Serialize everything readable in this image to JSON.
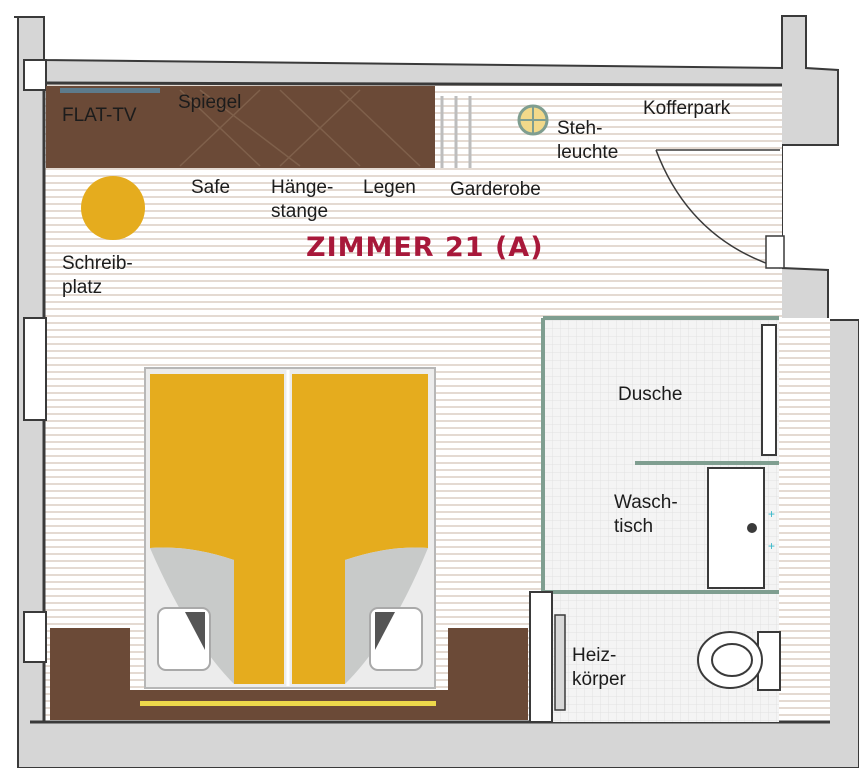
{
  "plan": {
    "room_title": "ZIMMER 21 (A)",
    "labels": {
      "flat_tv": "FLAT-TV",
      "spiegel": "Spiegel",
      "safe": "Safe",
      "haengestange_1": "Hänge-",
      "haengestange_2": "stange",
      "legen": "Legen",
      "garderobe": "Garderobe",
      "stehleuchte_1": "Steh-",
      "stehleuchte_2": "leuchte",
      "kofferpark": "Kofferpark",
      "schreibplatz_1": "Schreib-",
      "schreibplatz_2": "platz",
      "dusche": "Dusche",
      "waschtisch_1": "Wasch-",
      "waschtisch_2": "tisch",
      "heizkoerper_1": "Heiz-",
      "heizkoerper_2": "körper"
    },
    "icons": [
      "desk-lamp-icon",
      "floor-lamp-icon",
      "door-swing-icon",
      "toilet-icon",
      "sink-icon"
    ],
    "colors": {
      "wall": "#3a3a3a",
      "wall_fill": "#d9d9d9",
      "floor_stripe": "#e2d8cf",
      "furniture": "#6b4a37",
      "bed": "#e5ac1e",
      "bathroom_wall": "#7f9e90",
      "title": "#a8183a",
      "bed_line": "#ecd84a"
    }
  }
}
